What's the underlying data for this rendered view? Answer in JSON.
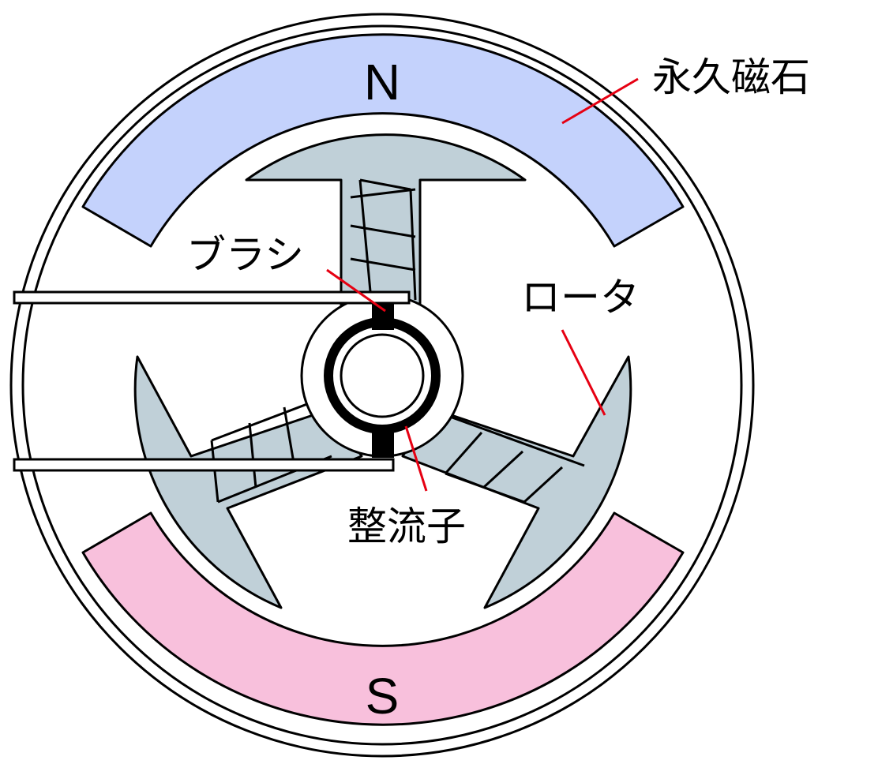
{
  "poles": {
    "north": "N",
    "south": "S"
  },
  "labels": {
    "magnet": "永久磁石",
    "brush": "ブラシ",
    "rotor": "ロータ",
    "commutator": "整流子"
  },
  "colors": {
    "magnet_north": "#c4d2fc",
    "magnet_south": "#f8c0dc",
    "rotor": "#c0d0d8",
    "leader_line": "#e60012",
    "outline": "#000000"
  }
}
